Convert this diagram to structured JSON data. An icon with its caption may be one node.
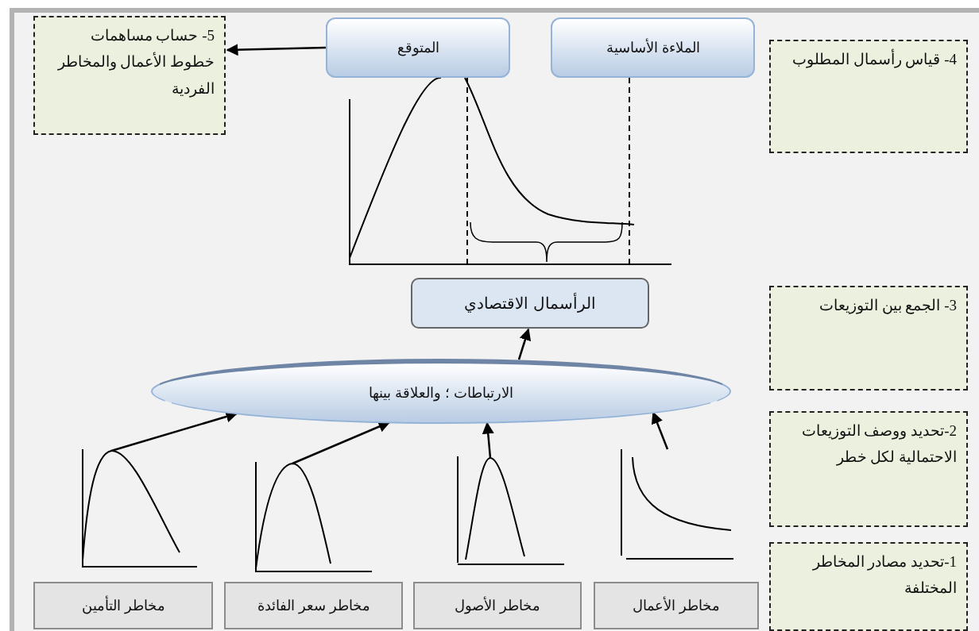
{
  "diagram": {
    "nodes": [
      {
        "text": [
          "5- حساب مساهمات خطوط الأعمال والمخاطر الفردية"
        ]
      },
      {
        "text": [
          "المتوقع"
        ]
      },
      {
        "text": [
          "الملاءة الأساسية"
        ]
      },
      {
        "text": [
          "4- قياس رأسمال المطلوب"
        ]
      },
      {
        "text": [
          "الرأسمال الاقتصادي"
        ]
      },
      {
        "text": [
          "3- الجمع بين التوزيعات"
        ]
      },
      {
        "text": [
          "الارتباطات ؛ والعلاقة بينها"
        ]
      },
      {
        "text": [
          "2-تحديد ووصف التوزيعات الاحتمالية لكل خطر"
        ]
      },
      {
        "text": [],
        "shape": "picture"
      },
      {
        "text": [],
        "shape": "picture"
      },
      {
        "text": [],
        "shape": "picture"
      },
      {
        "text": [],
        "shape": "picture"
      },
      {
        "text": [
          "1-تحديد مصادر المخاطر المختلفة"
        ]
      },
      {
        "text": [
          "مخاطر التأمين"
        ]
      },
      {
        "text": [
          "مخاطر سعر الفائدة"
        ]
      },
      {
        "text": [
          "مخاطر الأصول"
        ]
      },
      {
        "text": [
          "مخاطر الأعمال"
        ]
      }
    ],
    "edges": [
      {
        "from": 1,
        "to": 0,
        "arrow": "to"
      },
      {
        "from": 8,
        "to": 6,
        "arrow": "to"
      },
      {
        "from": 9,
        "to": 6,
        "arrow": "to"
      },
      {
        "from": 10,
        "to": 6,
        "arrow": "to"
      },
      {
        "from": 11,
        "to": 6,
        "arrow": "to"
      },
      {
        "from": 6,
        "to": 4,
        "arrow": "to"
      }
    ]
  }
}
